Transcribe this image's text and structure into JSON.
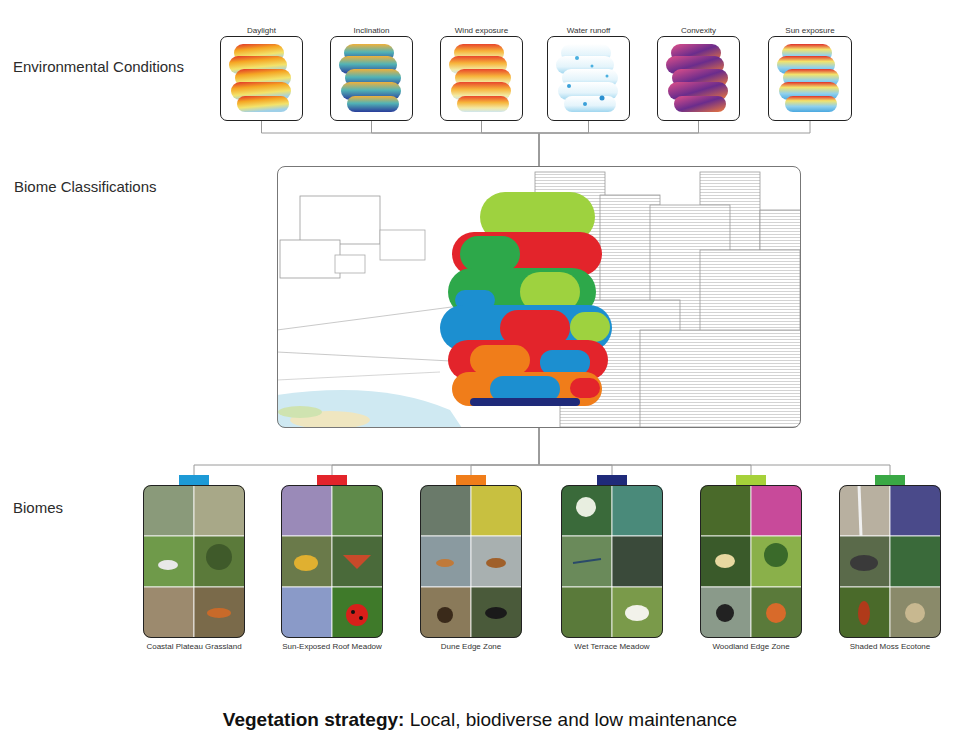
{
  "diagram": {
    "nodes": [
      {
        "text": [
          "Daylight"
        ]
      },
      {
        "text": [
          "Inclination"
        ]
      },
      {
        "text": [
          "Wind exposure"
        ]
      },
      {
        "text": [
          "Water runoff"
        ]
      },
      {
        "text": [
          "Convexity"
        ]
      },
      {
        "text": [
          "Sun exposure"
        ]
      },
      {
        "text": [
          "Biome Classifications"
        ]
      },
      {
        "text": [
          "Coastal Plateau Grassland"
        ]
      },
      {
        "text": [
          "Sun-Exposed Roof Meadow"
        ]
      },
      {
        "text": [
          "Dune Edge Zone"
        ]
      },
      {
        "text": [
          "Wet Terrace Meadow"
        ]
      },
      {
        "text": [
          "Woodland Edge Zone"
        ]
      },
      {
        "text": [
          "Shaded Moss Ecotone"
        ]
      }
    ],
    "edges": [
      {
        "from": 0,
        "to": 6,
        "arrow": "none"
      },
      {
        "from": 1,
        "to": 6,
        "arrow": "none"
      },
      {
        "from": 2,
        "to": 6,
        "arrow": "none"
      },
      {
        "from": 3,
        "to": 6,
        "arrow": "none"
      },
      {
        "from": 4,
        "to": 6,
        "arrow": "none"
      },
      {
        "from": 5,
        "to": 6,
        "arrow": "none"
      },
      {
        "from": 6,
        "to": 7,
        "arrow": "none"
      },
      {
        "from": 6,
        "to": 8,
        "arrow": "none"
      },
      {
        "from": 6,
        "to": 9,
        "arrow": "none"
      },
      {
        "from": 6,
        "to": 10,
        "arrow": "none"
      },
      {
        "from": 6,
        "to": 11,
        "arrow": "none"
      },
      {
        "from": 6,
        "to": 12,
        "arrow": "none"
      }
    ],
    "labels": [
      "Environmental Conditions",
      "Biomes",
      "Vegetation strategy:",
      "Local, biodiverse and low maintenance"
    ]
  }
}
